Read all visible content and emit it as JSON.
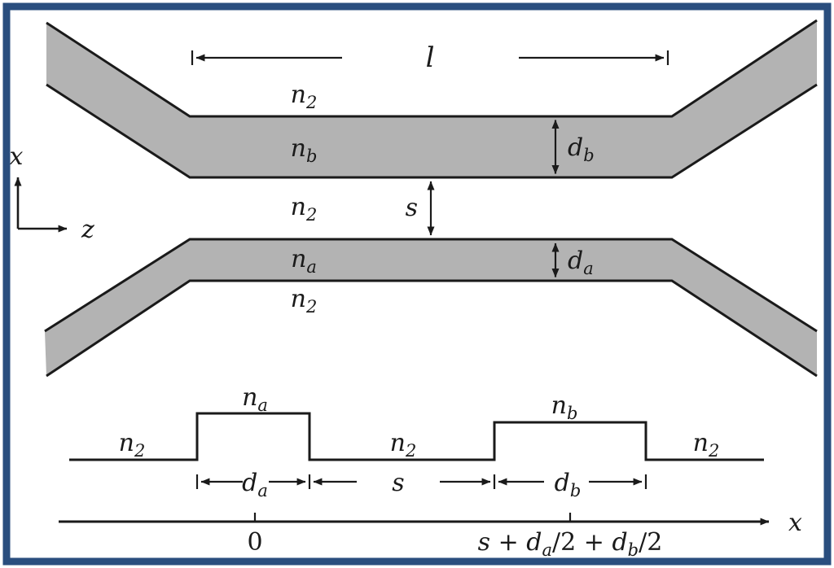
{
  "figure": {
    "description": "Schematic of a slab directional coupler: two waveguides of refractive indices na and nb in cladding n2, coupled over length l with separation s, and the corresponding refractive-index profile along x",
    "colors": {
      "frame": "#2a4e7e",
      "waveguide_fill": "#b3b3b3",
      "line": "#1a1a1a",
      "background": "#ffffff"
    },
    "labels": {
      "cladding": {
        "main": "n",
        "sub": "2"
      },
      "core_a": {
        "main": "n",
        "sub": "a"
      },
      "core_b": {
        "main": "n",
        "sub": "b"
      },
      "width_a": {
        "main": "d",
        "sub": "a"
      },
      "width_b": {
        "main": "d",
        "sub": "b"
      },
      "separation": "s",
      "coupling_length": "l",
      "axis_x": "x",
      "axis_z": "z",
      "origin_tick": "0",
      "offset_expr": [
        "s",
        " + ",
        "d",
        "a",
        "/2",
        " + ",
        "d",
        "b",
        "/2"
      ]
    }
  }
}
